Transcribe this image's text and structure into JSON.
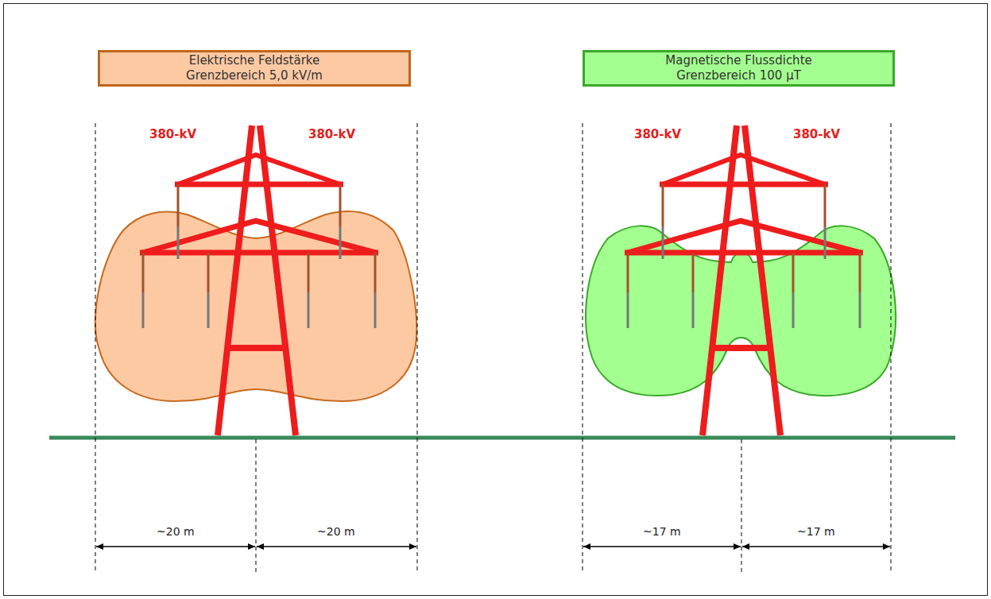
{
  "diagram": {
    "nodes": [
      {
        "text": [
          "Elektrische Feldstärke",
          "Grenzbereich 5,0 kV/m"
        ]
      },
      {
        "text": [
          "Magnetische Flussdichte",
          "Grenzbereich 100 µT"
        ]
      }
    ],
    "labels": [
      "380-kV",
      "380-kV",
      "380-kV",
      "380-kV",
      "~20 m",
      "~20 m",
      "~17 m",
      "~17 m"
    ]
  }
}
